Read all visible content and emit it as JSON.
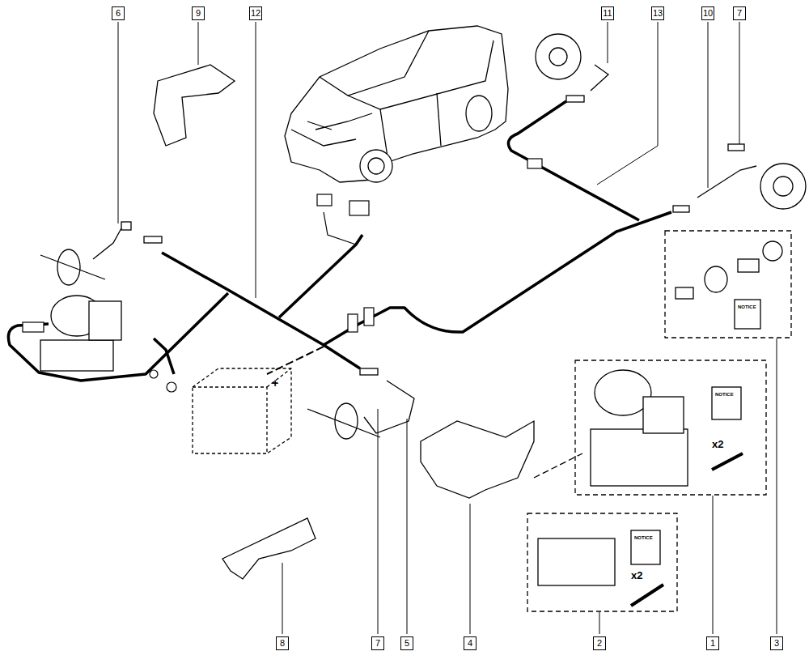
{
  "diagram": {
    "labels": [
      "6",
      "9",
      "12",
      "11",
      "13",
      "10",
      "7",
      "8",
      "7",
      "5",
      "4",
      "2",
      "1",
      "3",
      "+",
      "x2",
      "x2",
      "NOTICE",
      "NOTICE",
      "NOTICE"
    ]
  }
}
